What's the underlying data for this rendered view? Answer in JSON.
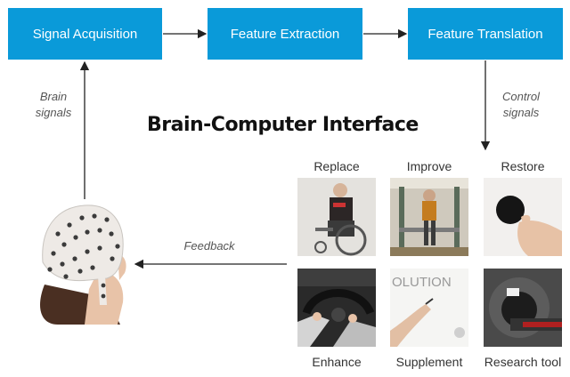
{
  "blocks": {
    "acquisition": "Signal Acquisition",
    "extraction": "Feature Extraction",
    "translation": "Feature Translation"
  },
  "title": "Brain-Computer Interface",
  "labels": {
    "brain_signals_1": "Brain",
    "brain_signals_2": "signals",
    "control_signals_1": "Control",
    "control_signals_2": "signals",
    "feedback": "Feedback"
  },
  "applications": {
    "top": [
      "Replace",
      "Improve",
      "Restore"
    ],
    "bottom": [
      "Enhance",
      "Supplement",
      "Research tool"
    ]
  },
  "photo_texts": {
    "supplement_board": "OLUTION"
  }
}
